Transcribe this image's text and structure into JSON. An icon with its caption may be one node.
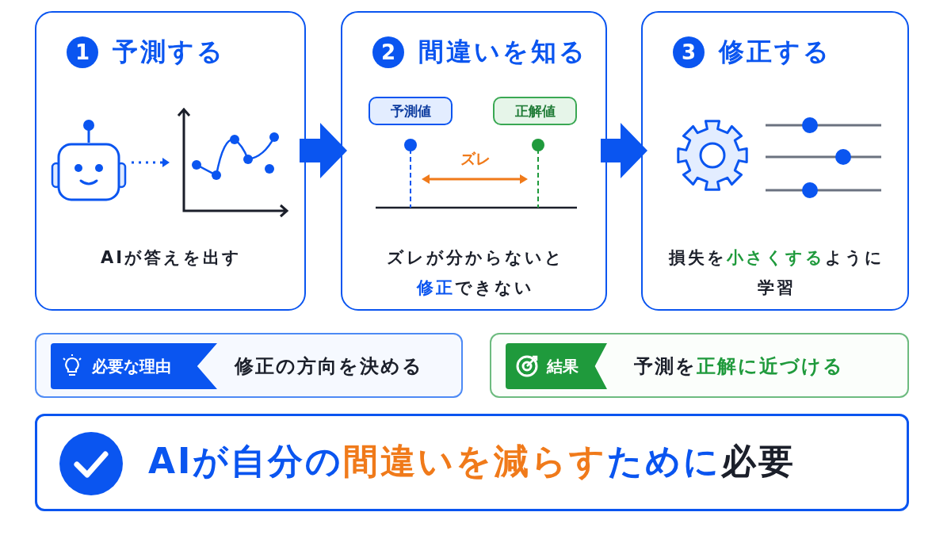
{
  "diagram": {
    "nodes": [
      {
        "text": [
          "1",
          "予測する",
          "AIが答えを出す"
        ]
      },
      {
        "text": [],
        "shape": "robot",
        "in": 0
      },
      {
        "text": [],
        "shape": "chart",
        "in": 0
      },
      {
        "text": [
          "2",
          "間違いを知る",
          "ズレが分からないと**修正**できない"
        ]
      },
      {
        "text": [
          "予測値"
        ],
        "in": 3
      },
      {
        "text": [
          "正解値"
        ],
        "in": 3
      },
      {
        "text": [
          "3",
          "修正する",
          "損失を**小さくする**ように学習"
        ]
      },
      {
        "text": [
          "修正の方向を決める"
        ]
      },
      {
        "text": [
          "必要な理由"
        ],
        "in": 7
      },
      {
        "text": [
          "予測を**正解に近づける**"
        ]
      },
      {
        "text": [
          "結果"
        ],
        "in": 9
      },
      {
        "text": [
          "AIが自分の**間違いを減らす**ために",
          "必要"
        ]
      }
    ],
    "edges": [
      {
        "from": 0,
        "to": 3,
        "arrow": "to"
      },
      {
        "from": 3,
        "to": 6,
        "arrow": "to"
      },
      {
        "from": 1,
        "to": 2,
        "arrow": "to",
        "style": "dashed"
      }
    ],
    "labels": [
      "ズレ"
    ]
  }
}
